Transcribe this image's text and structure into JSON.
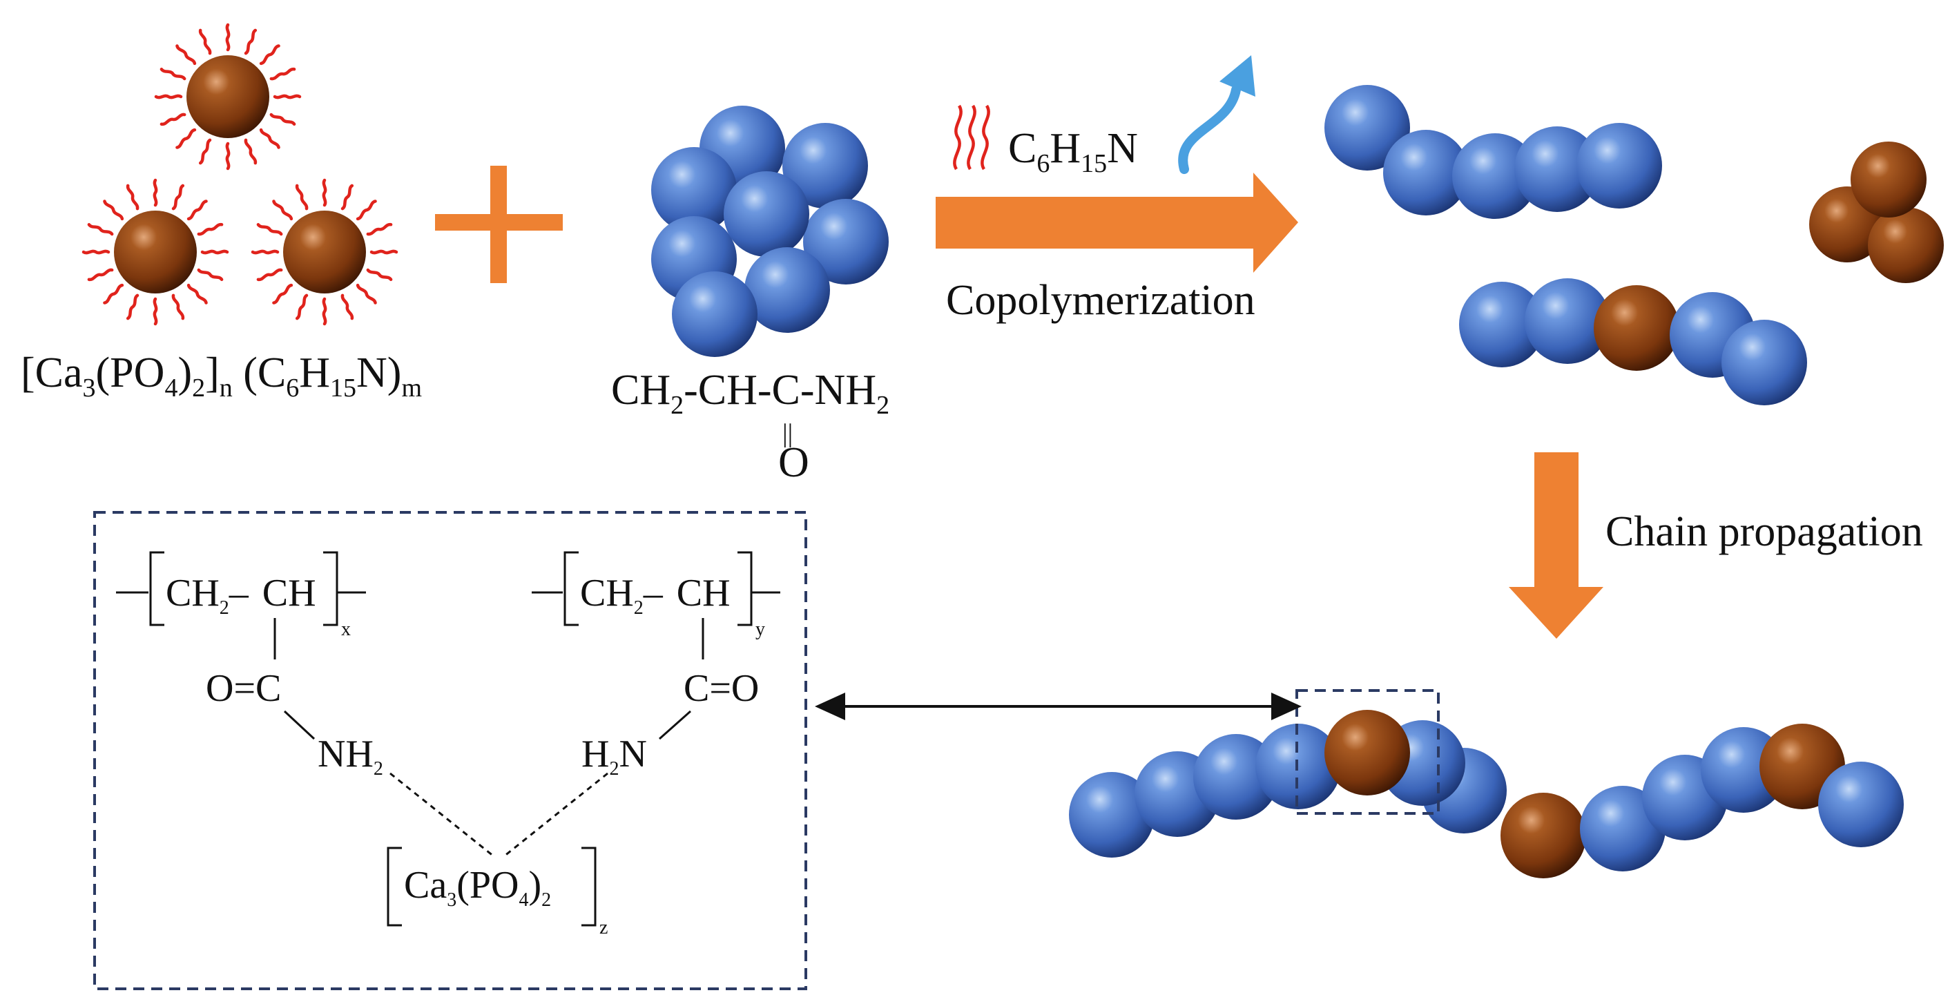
{
  "colors": {
    "blue_sphere": "#3f6fc4",
    "brown_sphere": "#8a3c0e",
    "arrow_orange": "#ee8132",
    "ligand_red": "#e0231c",
    "release_blue": "#4aa0e0",
    "box_navy": "#2b3a63"
  },
  "precursor": {
    "label_prefix": "[Ca",
    "label_3": "3",
    "label_po": "(PO",
    "label_4": "4",
    "label_close": ")",
    "label_2": "2",
    "label_bracket": "]",
    "label_n": "n",
    "label_c": " (C",
    "label_6": "6",
    "label_h": "H",
    "label_15": "15",
    "label_n2": "N)",
    "label_m": "m"
  },
  "monomer": {
    "ch": "CH",
    "sub2a": "2",
    "rest": "-CH-C-NH",
    "sub2b": "2",
    "double_bond": "||",
    "oxygen": "O"
  },
  "reaction": {
    "released_c": "C",
    "released_6": "6",
    "released_h": "H",
    "released_15": "15",
    "released_n": "N",
    "copolymerization": "Copolymerization",
    "chain_propagation": "Chain propagation"
  },
  "structure": {
    "ch2": "CH",
    "ch2_sub": "2",
    "dash": "–",
    "ch": "CH",
    "x": "x",
    "y": "y",
    "oc": "O=C",
    "co": "C=O",
    "nh": "NH",
    "nh_sub": "2",
    "hn_h": "H",
    "hn_sub": "2",
    "hn_n": "N",
    "ca_ca": "Ca",
    "ca_3": "3",
    "ca_po": "(PO",
    "ca_4": "4",
    "ca_close": ")",
    "ca_2": "2",
    "z": "z"
  }
}
